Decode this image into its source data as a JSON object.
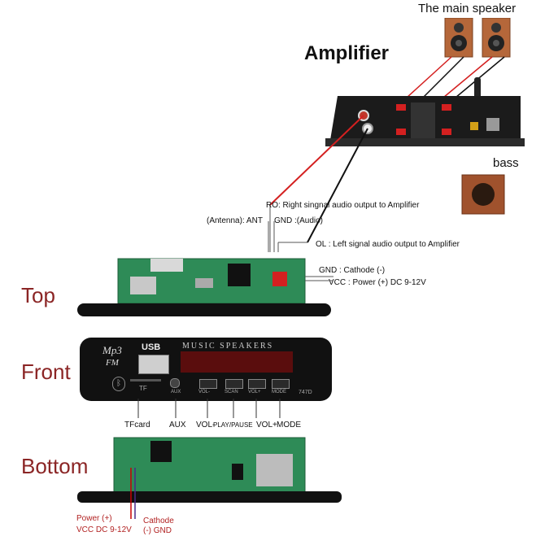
{
  "header": {
    "speaker_title": "The main speaker",
    "amplifier_title": "Amplifier",
    "bass_label": "bass"
  },
  "sections": {
    "top": "Top",
    "front": "Front",
    "bottom": "Bottom"
  },
  "wiring": {
    "ro": "RO: Right singnal audio output to Amplifier",
    "antenna": "(Antenna): ANT",
    "gnd_audio": "GND :(Audio)",
    "ol": "OL : Left signal audio output to Amplifier",
    "gnd_cathode": "GND : Cathode (-)",
    "vcc_power": "VCC : Power (+) DC 9-12V"
  },
  "front_panel": {
    "mp3": "Mp3",
    "fm": "FM",
    "usb": "USB",
    "music_speakers": "MUSIC SPEAKERS",
    "tf": "TF",
    "aux_small": "AUX",
    "vol_minus_small": "VOL-",
    "scan_small": "SCAN",
    "vol_plus_small": "VOL+",
    "mode_small": "MODE",
    "model": "747D"
  },
  "front_labels": {
    "tfcard": "TFcard",
    "aux": "AUX",
    "vol_minus": "VOL-",
    "play_pause": "PLAY/PAUSE",
    "vol_plus": "VOL+",
    "mode": "MODE"
  },
  "bottom_labels": {
    "power_line1": "Power (+)",
    "power_line2": "VCC DC 9-12V",
    "cathode_line1": "Cathode",
    "cathode_line2": "(-) GND"
  },
  "colors": {
    "section_title": "#8b2525",
    "wire_red": "#d42020",
    "board_green": "#2e8b57",
    "panel_black": "#111111"
  }
}
